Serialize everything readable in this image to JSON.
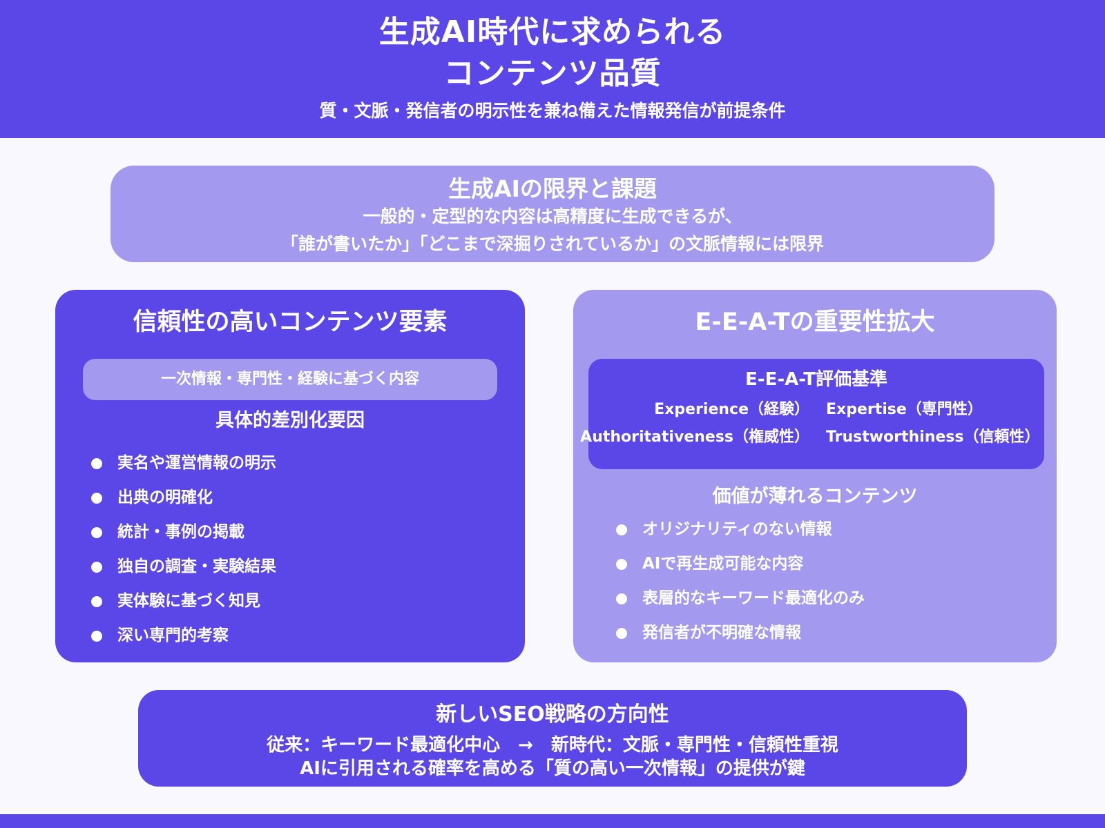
{
  "colors": {
    "primary": "#5b46e8",
    "light": "#a399ef",
    "background": "#f8f8fe",
    "text": "#ffffff"
  },
  "header": {
    "title_line1": "生成AI時代に求められる",
    "title_line2": "コンテンツ品質",
    "subtitle": "質・文脈・発信者の明示性を兼ね備えた情報発信が前提条件"
  },
  "limits": {
    "heading": "生成AIの限界と課題",
    "line1": "一般的・定型的な内容は高精度に生成できるが、",
    "line2": "「誰が書いたか」「どこまで深掘りされているか」の文脈情報には限界"
  },
  "trusted": {
    "title": "信頼性の高いコンテンツ要素",
    "pill": "一次情報・専門性・経験に基づく内容",
    "subheading": "具体的差別化要因",
    "items": [
      "実名や運営情報の明示",
      "出典の明確化",
      "統計・事例の掲載",
      "独自の調査・実験結果",
      "実体験に基づく知見",
      "深い専門的考察"
    ]
  },
  "eeat": {
    "title": "E-E-A-Tの重要性拡大",
    "criteria_heading": "E-E-A-T評価基準",
    "criteria": [
      [
        "Experience（経験）",
        "Expertise（専門性）"
      ],
      [
        "Authoritativeness（権威性）",
        "Trustworthiness（信頼性）"
      ]
    ],
    "subheading": "価値が薄れるコンテンツ",
    "items": [
      "オリジナリティのない情報",
      "AIで再生成可能な内容",
      "表層的なキーワード最適化のみ",
      "発信者が不明確な情報"
    ]
  },
  "seo": {
    "heading": "新しいSEO戦略の方向性",
    "line1": "従来：キーワード最適化中心　→　新時代：文脈・専門性・信頼性重視",
    "line2": "AIに引用される確率を高める「質の高い一次情報」の提供が鍵"
  }
}
